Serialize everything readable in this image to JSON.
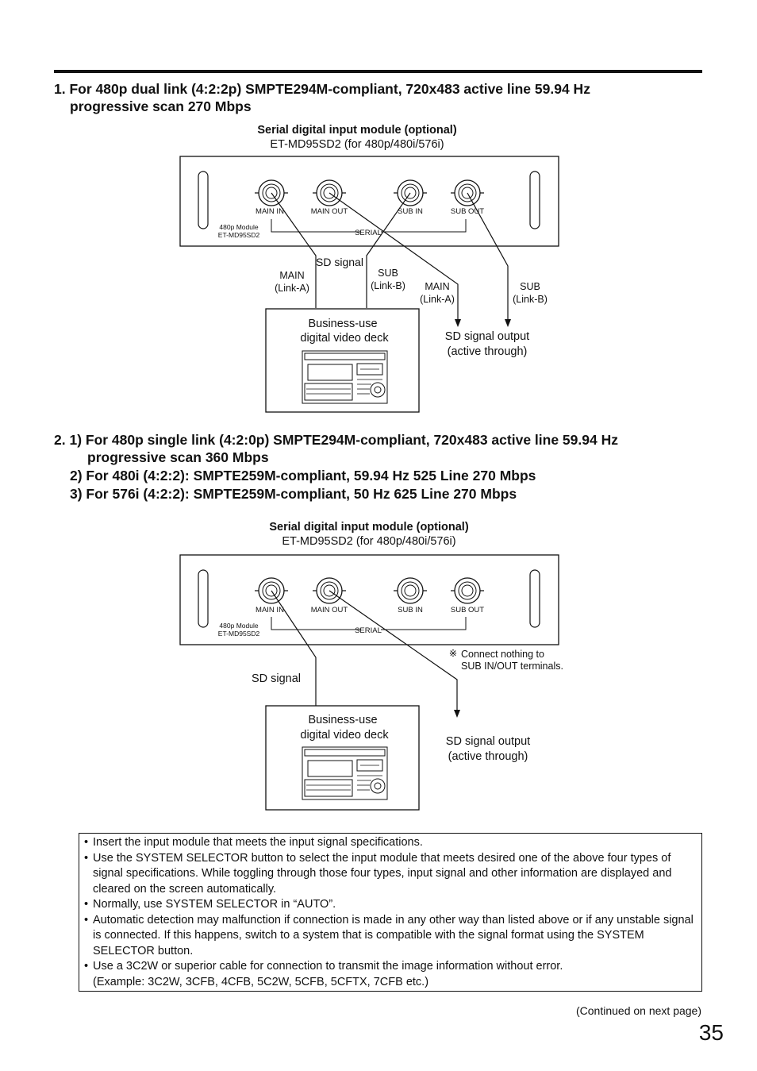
{
  "section1": {
    "heading_line1": "1. For 480p dual link (4:2:2p) SMPTE294M-compliant, 720x483 active line 59.94 Hz",
    "heading_line2": "progressive scan 270 Mbps",
    "module_title": "Serial digital input module (optional)",
    "module_model": "ET-MD95SD2 (for 480p/480i/576i)",
    "panel": {
      "main_in": "MAIN IN",
      "main_out": "MAIN OUT",
      "sub_in": "SUB IN",
      "sub_out": "SUB OUT",
      "module_line1": "480p Module",
      "module_line2": "ET-MD95SD2",
      "serial": "SERIAL"
    },
    "sd_signal": "SD signal",
    "main_a_left_1": "MAIN",
    "main_a_left_2": "(Link-A)",
    "sub_b_left_1": "SUB",
    "sub_b_left_2": "(Link-B)",
    "main_a_right_1": "MAIN",
    "main_a_right_2": "(Link-A)",
    "sub_b_right_1": "SUB",
    "sub_b_right_2": "(Link-B)",
    "deck_line1": "Business-use",
    "deck_line2": "digital video deck",
    "output_line1": "SD signal output",
    "output_line2": "(active through)"
  },
  "section2": {
    "heading1_line1": "2. 1) For 480p single link (4:2:0p) SMPTE294M-compliant, 720x483 active line 59.94 Hz",
    "heading1_line2": "progressive scan 360 Mbps",
    "heading2": "2) For 480i (4:2:2): SMPTE259M-compliant, 59.94 Hz 525 Line 270 Mbps",
    "heading3": "3) For 576i (4:2:2): SMPTE259M-compliant, 50 Hz 625 Line 270 Mbps",
    "module_title": "Serial digital input module (optional)",
    "module_model": "ET-MD95SD2 (for 480p/480i/576i)",
    "panel": {
      "main_in": "MAIN IN",
      "main_out": "MAIN OUT",
      "sub_in": "SUB IN",
      "sub_out": "SUB OUT",
      "module_line1": "480p Module",
      "module_line2": "ET-MD95SD2",
      "serial": "SERIAL"
    },
    "note_mark": "※",
    "note_line1": "Connect nothing to",
    "note_line2": "SUB IN/OUT terminals.",
    "sd_signal": "SD signal",
    "deck_line1": "Business-use",
    "deck_line2": "digital video deck",
    "output_line1": "SD signal output",
    "output_line2": "(active through)"
  },
  "notes": [
    "Insert the input module that meets the input signal specifications.",
    "Use the SYSTEM SELECTOR button to select the input module that meets desired one of the above four types of signal specifications.  While toggling through those four types, input signal and other information are displayed and cleared on the screen automatically.",
    "Normally, use SYSTEM SELECTOR in “AUTO”.",
    "Automatic detection may malfunction if connection is made in any other way than listed above or if any unstable signal is connected.  If this happens, switch to a system that is compatible with the signal format using the SYSTEM SELECTOR button.",
    "Use a 3C2W or superior cable for connection to transmit the image information without error.\n(Example: 3C2W, 3CFB, 4CFB, 5C2W, 5CFB, 5CFTX, 7CFB etc.)"
  ],
  "footer": {
    "continued": "(Continued on next page)",
    "page_number": "35"
  }
}
